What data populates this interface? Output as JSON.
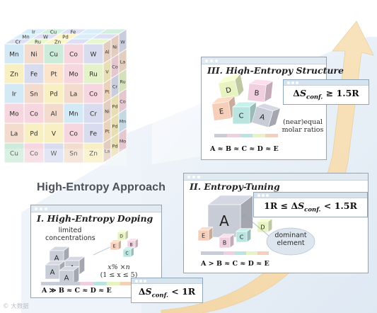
{
  "approach_title": "High-Entropy Approach",
  "cube": {
    "front_rows": [
      [
        "Mn",
        "Ni",
        "Cu",
        "Co",
        "W"
      ],
      [
        "Zn",
        "Fe",
        "Pt",
        "Mo",
        "Ru"
      ],
      [
        "Ir",
        "Sn",
        "Pd",
        "La",
        "Co"
      ],
      [
        "Mo",
        "Co",
        "Al",
        "Mn",
        "Cr"
      ],
      [
        "La",
        "Pd",
        "V",
        "Co",
        "Fe"
      ],
      [
        "Cu",
        "Co",
        "W",
        "Sn",
        "Zn"
      ]
    ],
    "side_rows": [
      [
        "Al",
        "Ni",
        "W"
      ],
      [
        "V",
        "Co",
        "La"
      ],
      [
        "Pt",
        "Cr",
        "Ru"
      ],
      [
        "Ni",
        "Pd",
        "Co"
      ],
      [
        "Pt",
        "Pd",
        "Mn"
      ],
      [
        "La",
        "Pd",
        "Mo"
      ]
    ],
    "top_rows": [
      [
        "Ir",
        "Cu",
        "Fe"
      ],
      [
        "Mn",
        "W",
        "Pd"
      ],
      [
        "Cr",
        "Ru",
        "Zn"
      ]
    ]
  },
  "panels": {
    "doping": {
      "title": "I. High-Entropy Doping",
      "note": "limited concentrations",
      "formula_line1": "x% ×n",
      "formula_line2": "(1 ≤ x ≤ 5)",
      "relation": "A ≫ B ≈ C ≈ D ≈ E",
      "big_cubes": [
        "A",
        "A",
        "A",
        "A"
      ],
      "small_cubes": [
        "D",
        "E",
        "B",
        "C"
      ]
    },
    "tuning": {
      "title": "II. Entropy-Tuning",
      "note": "dominant element",
      "relation": "A > B ≈ C ≈ D ≈ E",
      "big_cube": "A",
      "small_cubes": [
        "E",
        "B",
        "C",
        "D"
      ]
    },
    "structure": {
      "title": "III. High-Entropy Structure",
      "note": "(near)equal molar ratios",
      "relation": "A ≈ B ≈ C ≈ D ≈ E",
      "cubes": [
        "D",
        "B",
        "E",
        "C",
        "A"
      ]
    }
  },
  "entropy": {
    "low": "ΔS_conf. < 1R",
    "mid": "1R ≤ ΔS_conf. < 1.5R",
    "high": "ΔS_conf. ≥ 1.5R"
  },
  "colors": {
    "cube_a": "#c8ccd6",
    "cube_b": "#f0d0df",
    "cube_c": "#b9e4e0",
    "cube_d": "#e8f3c2",
    "cube_e": "#f6cfba",
    "arrow": "#f6dcae",
    "background_band": "#e9f1f8"
  },
  "watermark": "© 大数据"
}
